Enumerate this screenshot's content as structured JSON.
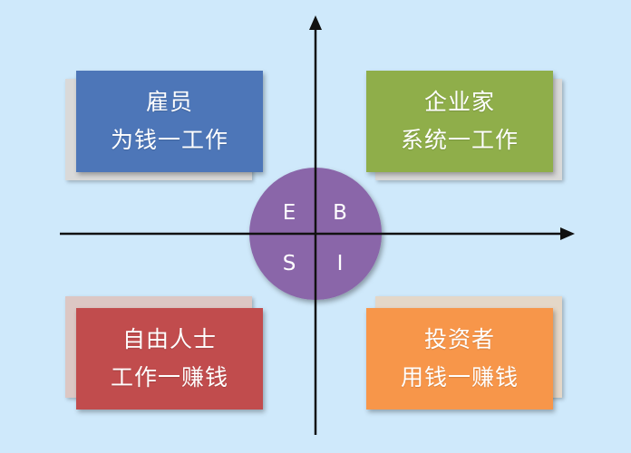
{
  "quadrants": {
    "top_left": {
      "line1": "雇员",
      "line2": "为钱一工作",
      "color": "#4d76b8"
    },
    "top_right": {
      "line1": "企业家",
      "line2": "系统一工作",
      "color": "#8fae4a"
    },
    "bottom_left": {
      "line1": "自由人士",
      "line2": "工作一赚钱",
      "color": "#c14c4d"
    },
    "bottom_right": {
      "line1": "投资者",
      "line2": "用钱一赚钱",
      "color": "#f7964a"
    }
  },
  "center": {
    "letters": {
      "top_left": "E",
      "top_right": "B",
      "bottom_left": "S",
      "bottom_right": "I"
    },
    "color": "#8a66a9"
  },
  "background": "#cfe9fb"
}
